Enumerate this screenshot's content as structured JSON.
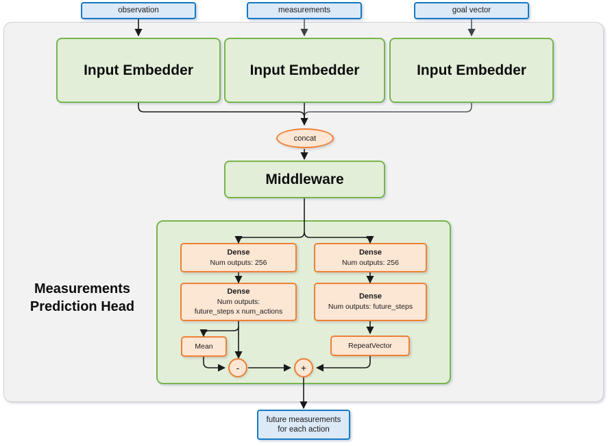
{
  "diagram": {
    "title": "Measurements Prediction Head network diagram",
    "colors": {
      "blue_border": "#1479c4",
      "blue_fill": "#dce9f7",
      "green_border": "#77b44c",
      "green_fill": "#e2eed8",
      "orange_border": "#ef8136",
      "orange_fill": "#fce6d4",
      "container_fill": "#f2f2f2",
      "arrow": "#1a1a1a"
    }
  },
  "inputs": [
    {
      "label": "observation"
    },
    {
      "label": "measurements"
    },
    {
      "label": "goal vector"
    }
  ],
  "embedders": [
    {
      "label": "Input Embedder"
    },
    {
      "label": "Input Embedder"
    },
    {
      "label": "Input Embedder"
    }
  ],
  "concat": {
    "label": "concat"
  },
  "middleware": {
    "label": "Middleware"
  },
  "head": {
    "label_line1": "Measurements",
    "label_line2": "Prediction Head",
    "left_branch": {
      "dense1": {
        "title": "Dense",
        "line2": "Num outputs: 256"
      },
      "dense2": {
        "title": "Dense",
        "line2": "Num outputs:",
        "line3": "future_steps x num_actions"
      },
      "mean": {
        "label": "Mean"
      }
    },
    "right_branch": {
      "dense1": {
        "title": "Dense",
        "line2": "Num outputs: 256"
      },
      "dense2": {
        "title": "Dense",
        "line2": "Num outputs: future_steps"
      },
      "repeat_vector": {
        "label": "RepeatVector"
      }
    },
    "operators": {
      "subtract": {
        "symbol": "-"
      },
      "add": {
        "symbol": "+"
      }
    }
  },
  "output": {
    "line1": "future measurements",
    "line2": "for each action"
  }
}
